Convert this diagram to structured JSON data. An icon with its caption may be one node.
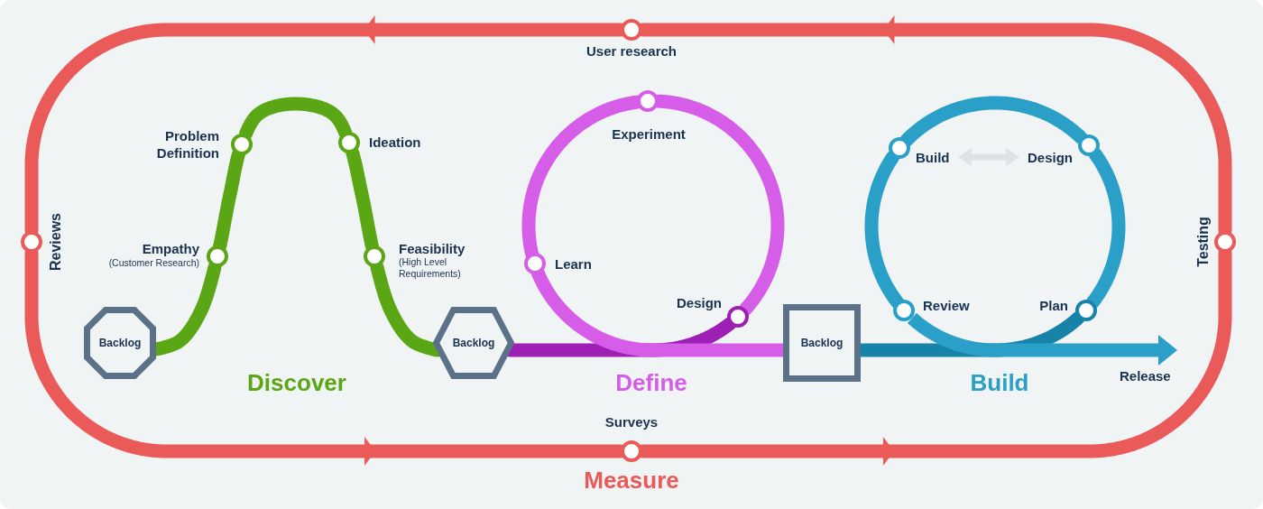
{
  "diagram": {
    "nodes": [
      {
        "text": [],
        "shape": "circle",
        "beside": [
          "User research"
        ]
      },
      {
        "text": [],
        "shape": "circle",
        "beside": [
          "Reviews"
        ]
      },
      {
        "text": [],
        "shape": "circle",
        "beside": [
          "Testing"
        ]
      },
      {
        "text": [],
        "shape": "circle",
        "beside": [
          "Surveys"
        ]
      },
      {
        "text": [
          "Backlog"
        ]
      },
      {
        "text": [],
        "shape": "circle",
        "beside": [
          "Empathy",
          "(Customer Research)"
        ]
      },
      {
        "text": [],
        "shape": "circle",
        "beside": [
          "Problem Definition"
        ]
      },
      {
        "text": [],
        "shape": "circle",
        "beside": [
          "Ideation"
        ]
      },
      {
        "text": [],
        "shape": "circle",
        "beside": [
          "Feasibility",
          "(High Level Requirements)"
        ]
      },
      {
        "text": [
          "Backlog"
        ]
      },
      {
        "text": [],
        "shape": "circle",
        "beside": [
          "Design"
        ]
      },
      {
        "text": [],
        "shape": "circle",
        "beside": [
          "Experiment"
        ]
      },
      {
        "text": [],
        "shape": "circle",
        "beside": [
          "Learn"
        ]
      },
      {
        "text": [
          "Backlog"
        ]
      },
      {
        "text": [],
        "shape": "circle",
        "beside": [
          "Plan"
        ]
      },
      {
        "text": [],
        "shape": "circle",
        "beside": [
          "Design"
        ]
      },
      {
        "text": [],
        "shape": "circle",
        "beside": [
          "Build"
        ]
      },
      {
        "text": [],
        "shape": "circle",
        "beside": [
          "Review"
        ]
      },
      {
        "text": [
          "Release"
        ]
      }
    ],
    "edges": [
      {
        "from": 3,
        "to": 2,
        "arrow": "to",
        "color": "#e95a59"
      },
      {
        "from": 2,
        "to": 0,
        "arrow": "to",
        "color": "#e95a59"
      },
      {
        "from": 0,
        "to": 1,
        "arrow": "to",
        "color": "#e95a59"
      },
      {
        "from": 1,
        "to": 3,
        "arrow": "to",
        "color": "#e95a59"
      },
      {
        "from": 4,
        "to": 5,
        "arrow": "none",
        "color": "#5ba614"
      },
      {
        "from": 5,
        "to": 6,
        "arrow": "none",
        "color": "#5ba614"
      },
      {
        "from": 6,
        "to": 7,
        "arrow": "none",
        "color": "#5ba614"
      },
      {
        "from": 7,
        "to": 8,
        "arrow": "none",
        "color": "#5ba614"
      },
      {
        "from": 8,
        "to": 9,
        "arrow": "none",
        "color": "#5ba614"
      },
      {
        "from": 9,
        "to": 10,
        "arrow": "none",
        "color": "#9d1fb3"
      },
      {
        "from": 10,
        "to": 11,
        "arrow": "none",
        "color": "#d55de8"
      },
      {
        "from": 11,
        "to": 12,
        "arrow": "none",
        "color": "#d55de8"
      },
      {
        "from": 12,
        "to": 13,
        "arrow": "none",
        "color": "#d55de8"
      },
      {
        "from": 13,
        "to": 14,
        "arrow": "none",
        "color": "#1883a9"
      },
      {
        "from": 14,
        "to": 15,
        "arrow": "none",
        "color": "#2aa0c9"
      },
      {
        "from": 15,
        "to": 16,
        "arrow": "none",
        "color": "#2aa0c9"
      },
      {
        "from": 16,
        "to": 17,
        "arrow": "none",
        "color": "#2aa0c9"
      },
      {
        "from": 17,
        "to": 18,
        "arrow": "to",
        "color": "#2aa0c9"
      }
    ],
    "labels": [
      "Discover",
      "Define",
      "Build",
      "Measure"
    ]
  }
}
